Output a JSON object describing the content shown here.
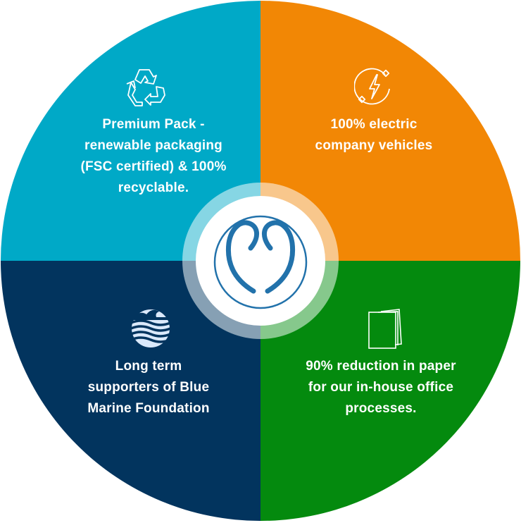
{
  "colors": {
    "teal": "#00a9c7",
    "orange": "#f28705",
    "green": "#048a0e",
    "navy": "#02345e",
    "logo": "#2272ab"
  },
  "segments": [
    {
      "id": "packaging",
      "icon": "recycle-icon",
      "lines": [
        "Premium Pack -",
        "renewable packaging",
        "(FSC certified) & 100%",
        "recyclable."
      ]
    },
    {
      "id": "vehicles",
      "icon": "electric-plug-bolt-icon",
      "lines": [
        "100% electric",
        "company vehicles"
      ]
    },
    {
      "id": "marine",
      "icon": "blue-marine-waves-icon",
      "lines": [
        "Long term",
        "supporters of Blue",
        "Marine Foundation"
      ]
    },
    {
      "id": "paper",
      "icon": "paper-sheets-icon",
      "lines": [
        "90% reduction in paper",
        "for our in-house office",
        "processes."
      ]
    }
  ]
}
